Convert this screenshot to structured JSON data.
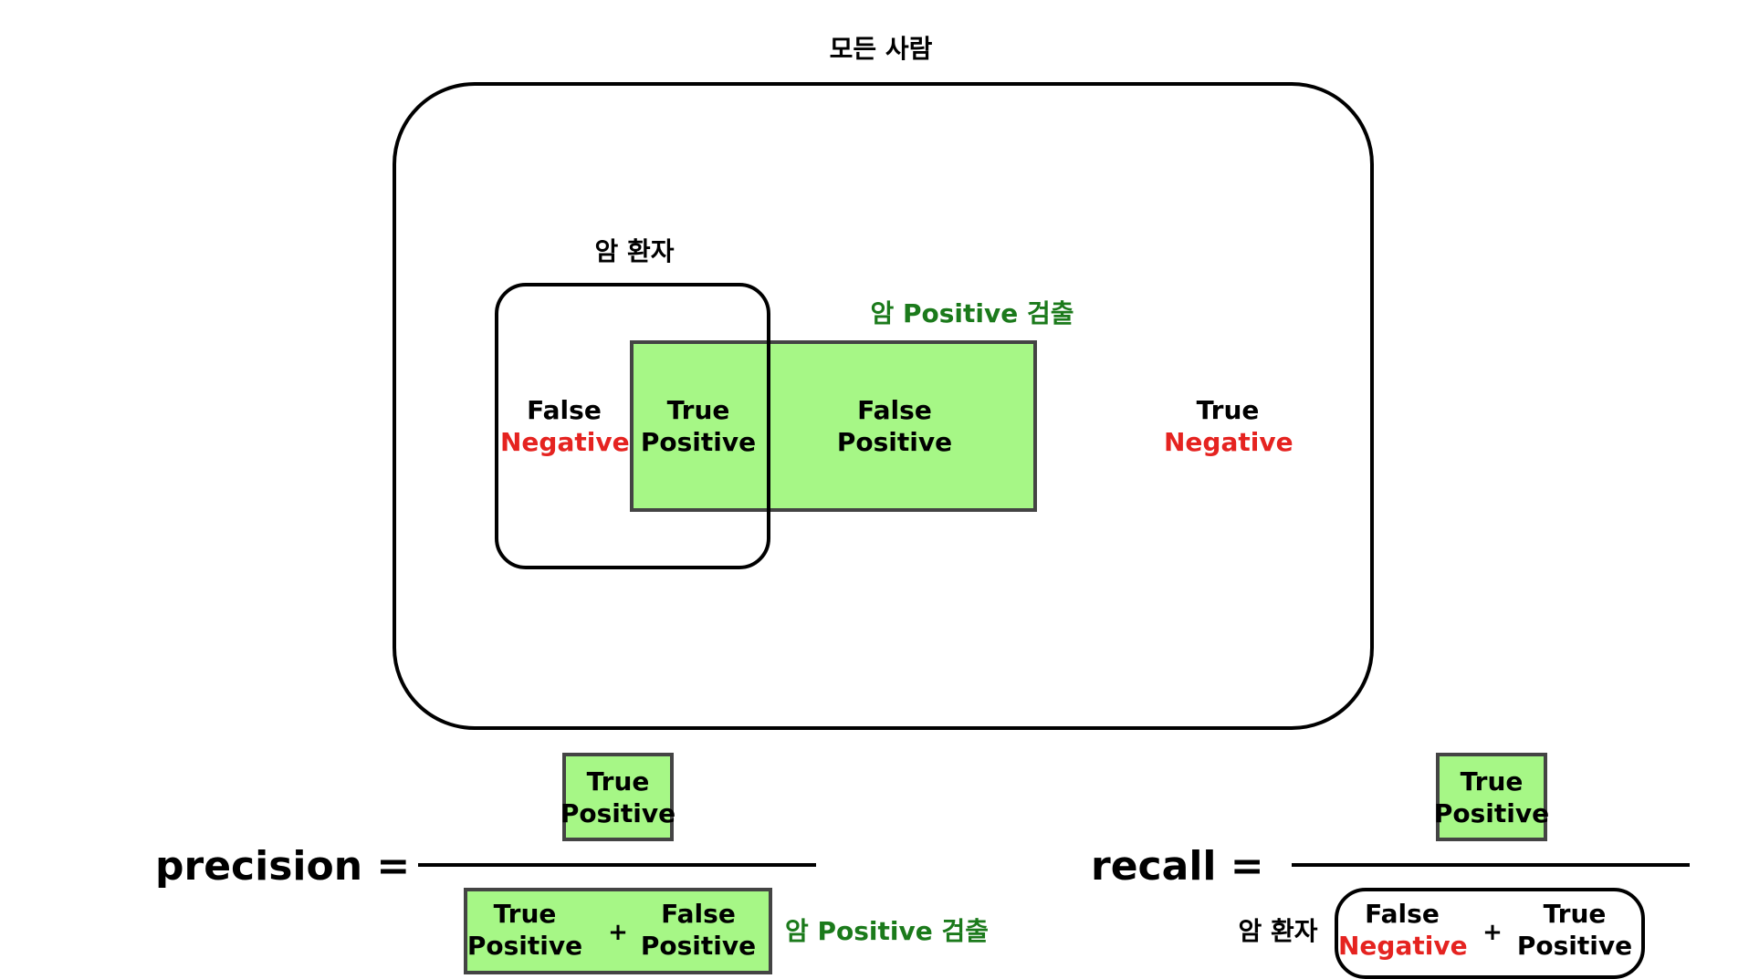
{
  "diagram": {
    "all_people_label": "모든 사람",
    "cancer_patients_label": "암 환자",
    "positive_detection_label": "암 Positive 검출",
    "false_negative": {
      "line1": "False",
      "line2": "Negative"
    },
    "true_positive": {
      "line1": "True",
      "line2": "Positive"
    },
    "false_positive": {
      "line1": "False",
      "line2": "Positive"
    },
    "true_negative": {
      "line1": "True",
      "line2": "Negative"
    }
  },
  "precision": {
    "label": "precision =",
    "numerator": {
      "line1": "True",
      "line2": "Positive"
    },
    "denom_left": {
      "line1": "True",
      "line2": "Positive"
    },
    "plus": "+",
    "denom_right": {
      "line1": "False",
      "line2": "Positive"
    },
    "denom_caption": "암 Positive 검출"
  },
  "recall": {
    "label": "recall =",
    "numerator": {
      "line1": "True",
      "line2": "Positive"
    },
    "denom_caption": "암 환자",
    "denom_left": {
      "line1": "False",
      "line2": "Negative"
    },
    "plus": "+",
    "denom_right": {
      "line1": "True",
      "line2": "Positive"
    }
  },
  "colors": {
    "green_fill": "#a6f786",
    "red_text": "#e52320",
    "green_text": "#1b7a1b"
  }
}
